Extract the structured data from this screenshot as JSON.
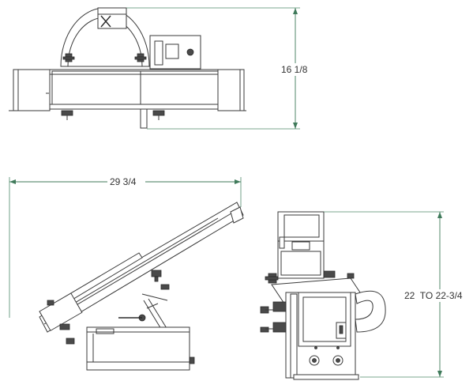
{
  "dimensions": {
    "height_top_view": "16 1/8",
    "overall_length": "29 3/4",
    "height_range": "22  TO 22-3/4"
  },
  "colors": {
    "dimension_line": "#3f7a5a",
    "line_art": "#3a3a3a"
  }
}
